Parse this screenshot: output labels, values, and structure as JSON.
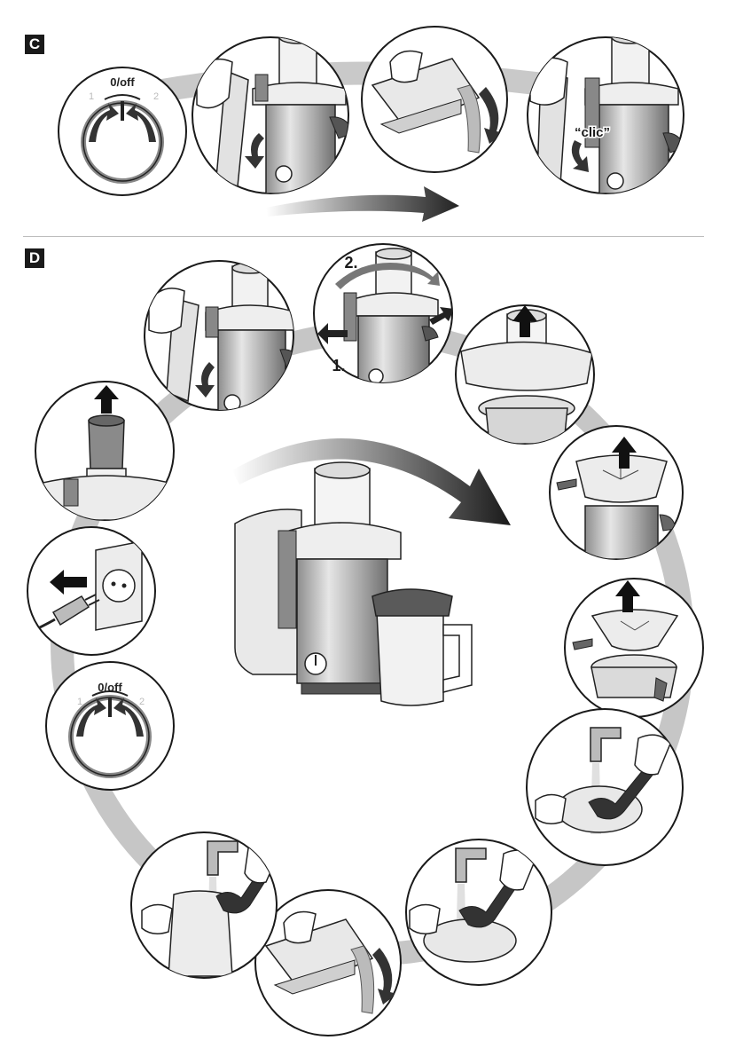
{
  "sections": {
    "c": {
      "label": "C",
      "steps": {
        "dial_label": "0/off",
        "dial_pos1": "1",
        "dial_pos2": "2",
        "click_label": "“clic”"
      }
    },
    "d": {
      "label": "D",
      "steps": {
        "order_1": "1.",
        "order_2": "2.",
        "dial_label": "0/off",
        "dial_pos1": "1",
        "dial_pos2": "2"
      }
    }
  },
  "icons": [
    "arrow-icon",
    "juicer-icon",
    "dial-icon",
    "plug-icon",
    "socket-icon",
    "faucet-icon",
    "brush-icon",
    "hand-icon"
  ],
  "colors": {
    "ink": "#1a1a1a",
    "arc": "#c4c4c4",
    "metal": "#b5b5b5",
    "dark": "#555555",
    "white": "#ffffff"
  }
}
